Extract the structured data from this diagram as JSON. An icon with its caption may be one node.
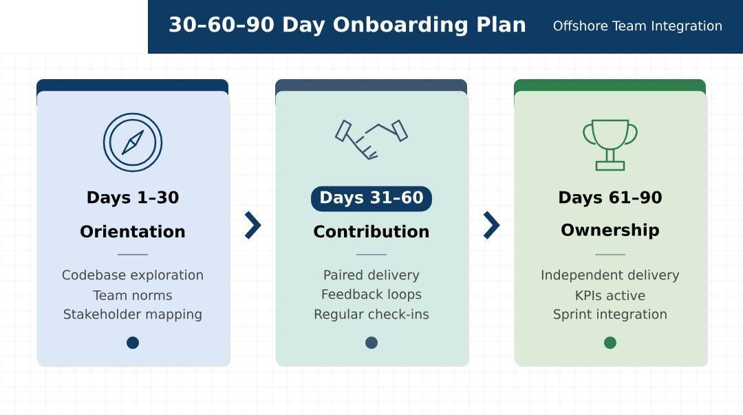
{
  "diagram": {
    "title": "30–60–90 Day Onboarding Plan",
    "caption": "Offshore Team Integration",
    "nodes": [
      {
        "text": [
          "Days 1–30",
          "Orientation",
          "Codebase exploration",
          "Team norms",
          "Stakeholder mapping"
        ]
      },
      {
        "text": [
          "Days 31–60",
          "Contribution",
          "Paired delivery",
          "Feedback loops",
          "Regular check-ins"
        ]
      },
      {
        "text": [
          "Days 61–90",
          "Ownership",
          "Independent delivery",
          "KPIs active",
          "Sprint integration"
        ]
      }
    ],
    "edges": [
      {
        "from": 0,
        "to": 1,
        "arrow": "to"
      },
      {
        "from": 1,
        "to": 2,
        "arrow": "to"
      }
    ]
  }
}
